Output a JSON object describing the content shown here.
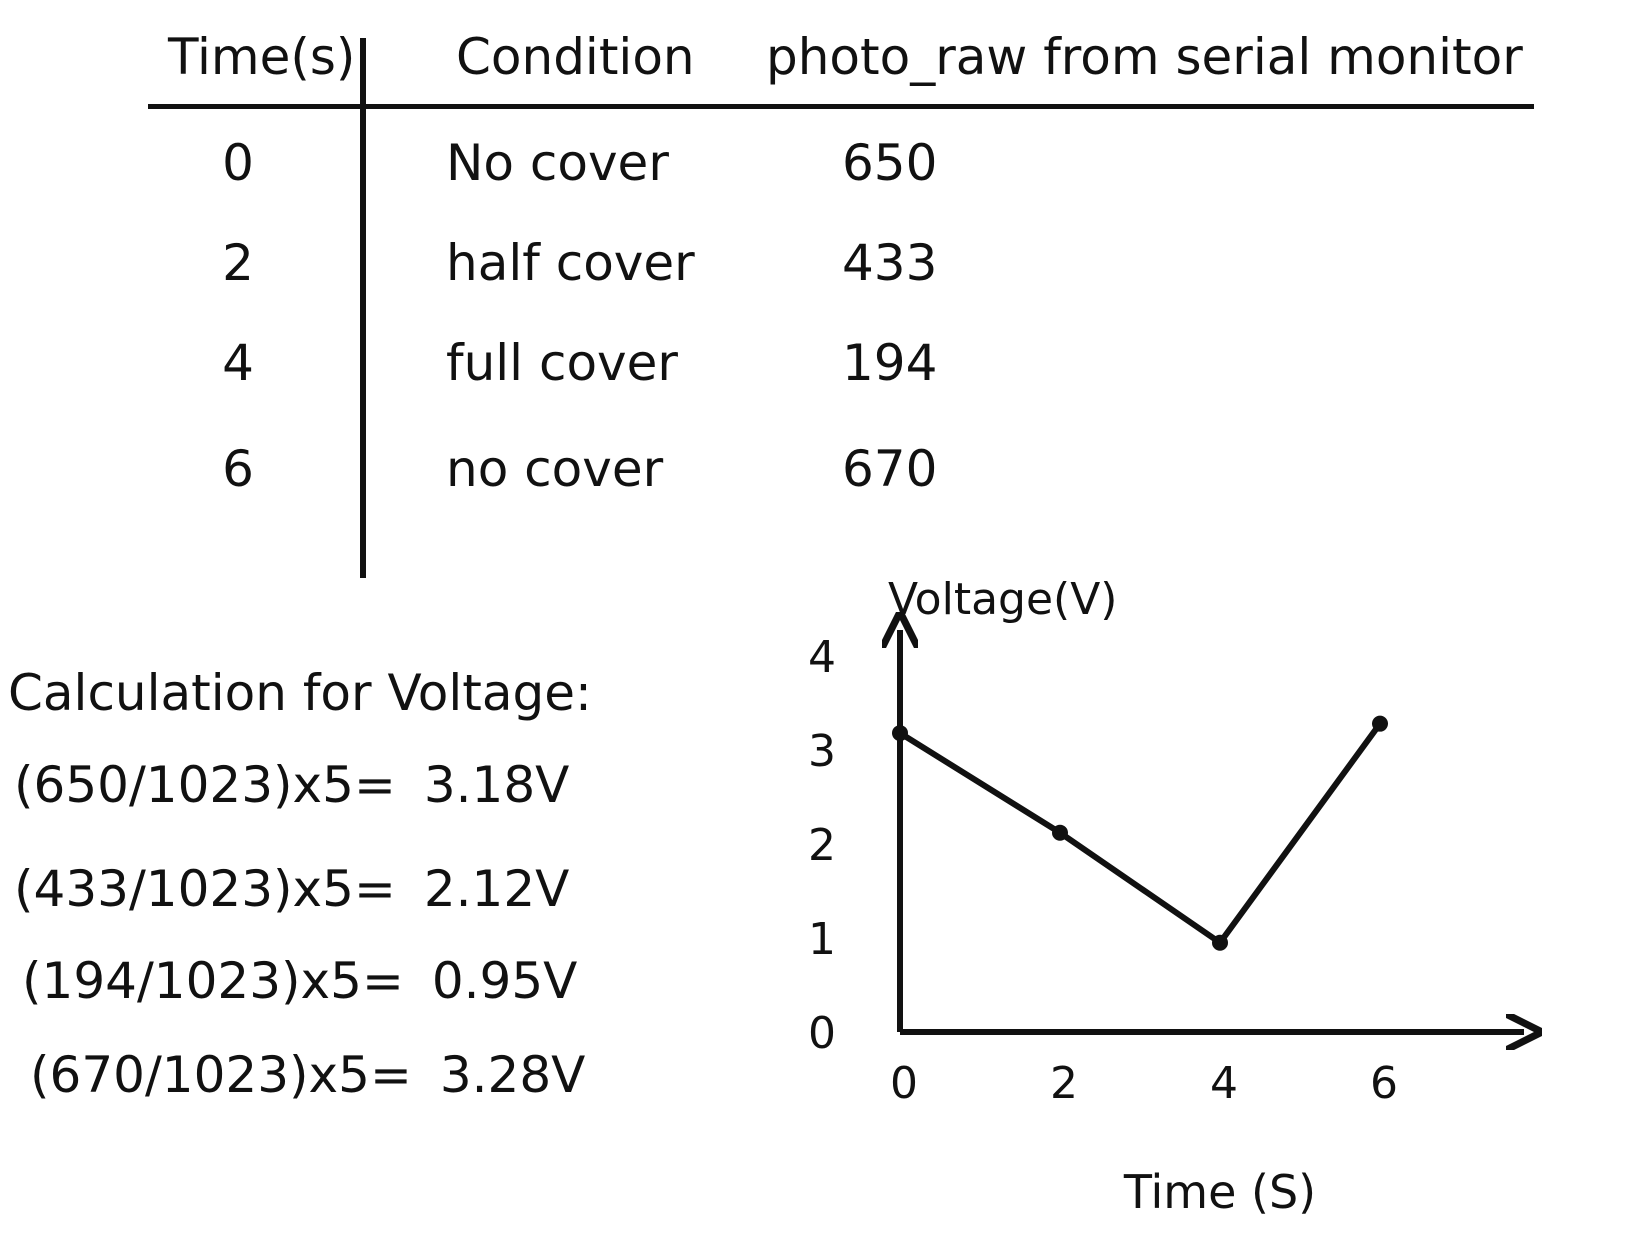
{
  "table": {
    "headers": {
      "time": "Time(s)",
      "condition": "Condition",
      "photo_raw": "photo_raw from serial monitor"
    },
    "rows": [
      {
        "time": "0",
        "condition": "No cover",
        "photo_raw": "650"
      },
      {
        "time": "2",
        "condition": "half cover",
        "photo_raw": "433"
      },
      {
        "time": "4",
        "condition": "full cover",
        "photo_raw": "194"
      },
      {
        "time": "6",
        "condition": "no cover",
        "photo_raw": "670"
      }
    ]
  },
  "calculation": {
    "title": "Calculation for Voltage:",
    "lines": [
      {
        "expr": "(650/1023)x5=",
        "result": "3.18V"
      },
      {
        "expr": "(433/1023)x5=",
        "result": "2.12V"
      },
      {
        "expr": "(194/1023)x5=",
        "result": "0.95V"
      },
      {
        "expr": "(670/1023)x5=",
        "result": "3.28V"
      }
    ]
  },
  "chart_data": {
    "type": "line",
    "xlabel": "Time (S)",
    "ylabel": "Voltage(V)",
    "x": [
      0,
      2,
      4,
      6
    ],
    "y": [
      3.18,
      2.12,
      0.95,
      3.28
    ],
    "x_ticks": [
      "0",
      "2",
      "4",
      "6"
    ],
    "y_ticks": [
      "0",
      "1",
      "2",
      "3",
      "4"
    ],
    "xlim": [
      0,
      8
    ],
    "ylim": [
      0,
      4.5
    ],
    "grid": false,
    "color": "#111111"
  }
}
